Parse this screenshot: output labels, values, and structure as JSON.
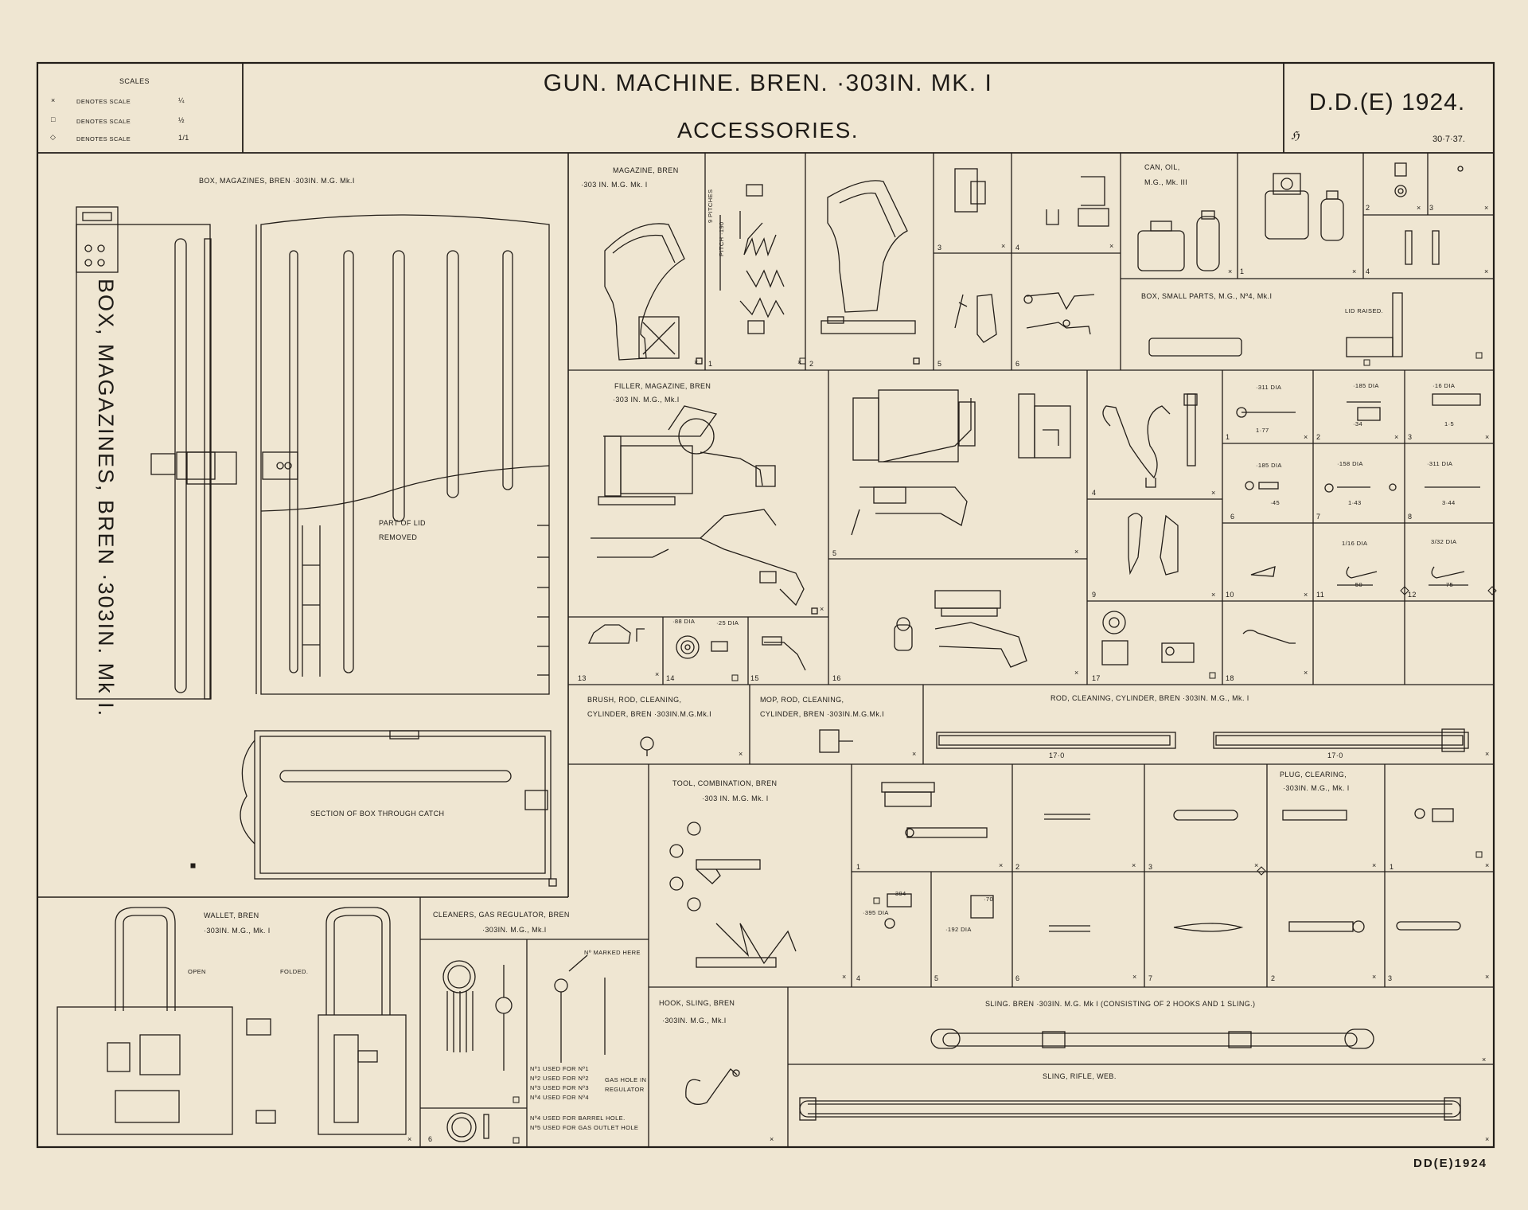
{
  "title": {
    "line1": "GUN. MACHINE. BREN. ·303IN. MK. I",
    "line2": "ACCESSORIES.",
    "drawing_ref": "D.D.(E) 1924.",
    "date": "30·7·37.",
    "footer_ref": "DD(E)1924"
  },
  "scales": {
    "heading": "SCALES",
    "rows": [
      {
        "symbol": "×",
        "text": "DENOTES SCALE",
        "value": "¼"
      },
      {
        "symbol": "□",
        "text": "DENOTES SCALE",
        "value": "½"
      },
      {
        "symbol": "◇",
        "text": "DENOTES SCALE",
        "value": "1/1"
      }
    ]
  },
  "labels": {
    "box_magazines": "BOX, MAGAZINES, BREN ·303IN. M.G. Mk.I",
    "box_vertical": "BOX, MAGAZINES, BREN ·303IN. Mk I.",
    "part_of_lid_1": "PART OF LID",
    "part_of_lid_2": "REMOVED",
    "section_box": "SECTION OF BOX THROUGH CATCH",
    "magazine_1": "MAGAZINE, BREN",
    "magazine_2": "·303 IN. M.G. Mk. I",
    "pitch_9": "9 PITCHES",
    "pitch_190": "PITCH ·190",
    "can_oil_1": "CAN, OIL,",
    "can_oil_2": "M.G., Mk. III",
    "box_small_parts": "BOX, SMALL PARTS, M.G., Nº4, Mk.I",
    "lid_raised": "LID RAISED.",
    "filler_1": "FILLER, MAGAZINE, BREN",
    "filler_2": "·303 IN. M.G., Mk.I",
    "brush_1": "BRUSH, ROD, CLEANING,",
    "brush_2": "CYLINDER, BREN ·303IN.M.G.Mk.I",
    "mop_1": "MOP, ROD, CLEANING,",
    "mop_2": "CYLINDER, BREN ·303IN.M.G.Mk.I",
    "rod_cleaning": "ROD, CLEANING, CYLINDER, BREN ·303IN. M.G., Mk. I",
    "rod_len": "17·0",
    "tool_1": "TOOL, COMBINATION, BREN",
    "tool_2": "·303 IN. M.G. Mk. I",
    "plug_1": "PLUG, CLEARING,",
    "plug_2": "·303IN. M.G., Mk. I",
    "wallet_1": "WALLET, BREN",
    "wallet_2": "·303IN. M.G., Mk. I",
    "open": "OPEN",
    "folded": "FOLDED.",
    "cleaners_1": "CLEANERS, GAS REGULATOR, BREN",
    "cleaners_2": "·303IN. M.G., Mk.I",
    "no_marked": "Nº MARKED HERE",
    "used_1": "Nº1 USED FOR Nº1",
    "used_2": "Nº2 USED FOR Nº2",
    "used_3": "Nº3 USED FOR Nº3",
    "used_4": "Nº4 USED FOR Nº4",
    "gas_hole_1": "GAS HOLE IN",
    "gas_hole_2": "REGULATOR",
    "used_barrel": "Nº4 USED FOR BARREL HOLE.",
    "used_outlet": "Nº5 USED FOR GAS OUTLET HOLE",
    "hook_1": "HOOK, SLING, BREN",
    "hook_2": "·303IN. M.G., Mk.I",
    "sling_bren": "SLING. BREN ·303IN. M.G. Mk I (CONSISTING OF 2 HOOKS AND 1 SLING.)",
    "sling_rifle": "SLING, RIFLE, WEB.",
    "dim_311": "·311 DIA",
    "dim_185": "·185 DIA",
    "dim_16": "·16 DIA",
    "dim_177": "1·77",
    "dim_34": "·34",
    "dim_15": "1·5",
    "dim_45": "·45",
    "dim_143": "1·43",
    "dim_344": "3·44",
    "dim_158": "·158 DIA",
    "dim_116": "1/16 DIA",
    "dim_332": "3/32 DIA",
    "dim_50": "·50",
    "dim_75": "·75",
    "dim_88": "·88 DIA",
    "dim_25": "·25 DIA",
    "dim_394": "·394",
    "dim_395": "·395 DIA",
    "dim_70": "·70",
    "dim_192": "·192 DIA"
  },
  "part_numbers": [
    "1",
    "2",
    "3",
    "4",
    "5",
    "6",
    "7",
    "8",
    "9",
    "10",
    "11",
    "12",
    "13",
    "14",
    "15",
    "16",
    "17",
    "18"
  ]
}
